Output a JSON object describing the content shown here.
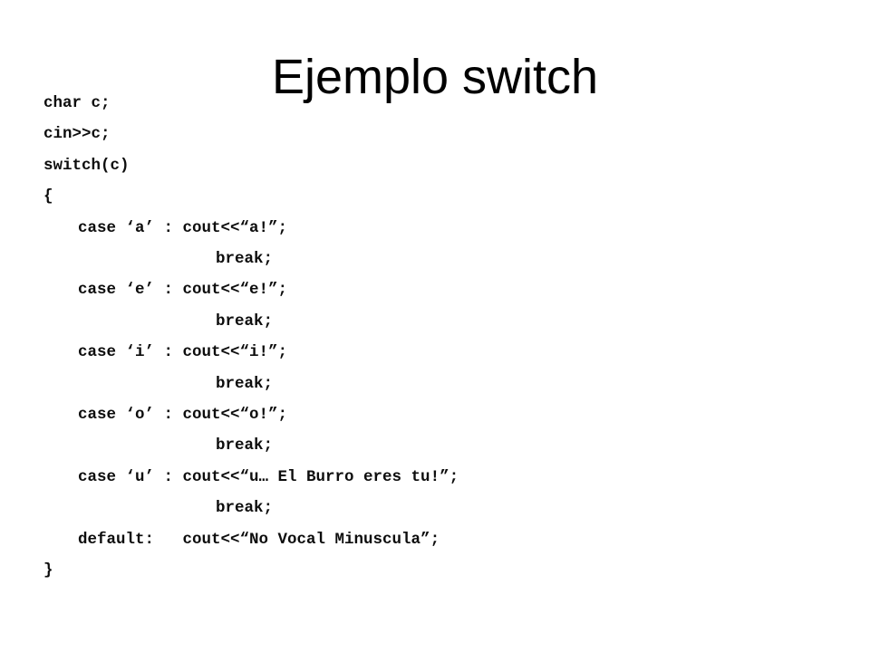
{
  "slide": {
    "title": "Ejemplo switch",
    "background_color": "#ffffff",
    "text_color": "#000000"
  },
  "code": {
    "language": "cpp",
    "lines": [
      {
        "text": "char c;",
        "indent": 0
      },
      {
        "text": "cin>>c;",
        "indent": 0
      },
      {
        "text": "switch(c)",
        "indent": 0
      },
      {
        "text": "{",
        "indent": 0
      },
      {
        "text": "case ‘a’ : cout<<“a!”;",
        "indent": 1
      },
      {
        "text": "break;",
        "indent": 2
      },
      {
        "text": "case ‘e’ : cout<<“e!”;",
        "indent": 1
      },
      {
        "text": "break;",
        "indent": 2
      },
      {
        "text": "case ‘i’ : cout<<“i!”;",
        "indent": 1
      },
      {
        "text": "break;",
        "indent": 2
      },
      {
        "text": "case ‘o’ : cout<<“o!”;",
        "indent": 1
      },
      {
        "text": "break;",
        "indent": 2
      },
      {
        "text": "case ‘u’ : cout<<“u… El Burro eres tu!”;",
        "indent": 1
      },
      {
        "text": "break;",
        "indent": 2
      },
      {
        "text": "default:   cout<<“No Vocal Minuscula”;",
        "indent": 1
      },
      {
        "text": "}",
        "indent": 0
      }
    ]
  }
}
